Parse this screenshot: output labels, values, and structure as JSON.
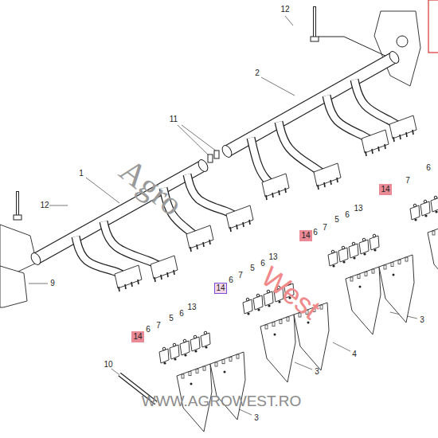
{
  "diagram": {
    "nodes": [
      {
        "text": [
          "14"
        ]
      },
      {
        "text": [
          "14"
        ]
      },
      {
        "text": [
          "14"
        ]
      },
      {
        "text": [
          "14"
        ]
      }
    ],
    "labels": [
      "12",
      "2",
      "11",
      "1",
      "12",
      "9",
      "10",
      "7",
      "6",
      "6",
      "7",
      "5",
      "6",
      "13",
      "3",
      "6",
      "7",
      "5",
      "6",
      "13",
      "4",
      "3",
      "6",
      "7",
      "5",
      "6",
      "13",
      "3",
      "Agro",
      "West",
      "WWW.AGROWEST.RO"
    ]
  }
}
